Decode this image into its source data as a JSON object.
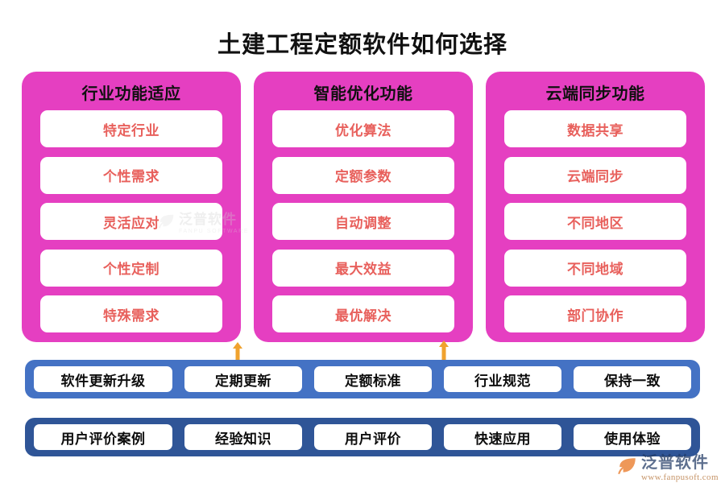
{
  "title": "土建工程定额软件如何选择",
  "colors": {
    "panel_pink": "#E53FC1",
    "panel_item_text": "#E8605C",
    "bar_blue_light": "#4472C4",
    "bar_blue_dark": "#2F5597",
    "arrow_orange": "#F0A22E",
    "title_text": "#111111",
    "background": "#FFFFFF"
  },
  "panels": [
    {
      "title": "行业功能适应",
      "items": [
        "特定行业",
        "个性需求",
        "灵活应对",
        "个性定制",
        "特殊需求"
      ]
    },
    {
      "title": "智能优化功能",
      "items": [
        "优化算法",
        "定额参数",
        "自动调整",
        "最大效益",
        "最优解决"
      ]
    },
    {
      "title": "云端同步功能",
      "items": [
        "数据共享",
        "云端同步",
        "不同地区",
        "不同地域",
        "部门协作"
      ]
    }
  ],
  "bars": [
    {
      "chips": [
        "软件更新升级",
        "定期更新",
        "定额标准",
        "行业规范",
        "保持一致"
      ]
    },
    {
      "chips": [
        "用户评价案例",
        "经验知识",
        "用户评价",
        "快速应用",
        "使用体验"
      ]
    }
  ],
  "watermarks": {
    "center": {
      "brand": "泛普软件",
      "sub": "FANPU SOFTWARE"
    },
    "corner": {
      "brand": "泛普软件",
      "sub": "www.fanpusoft.com"
    }
  }
}
